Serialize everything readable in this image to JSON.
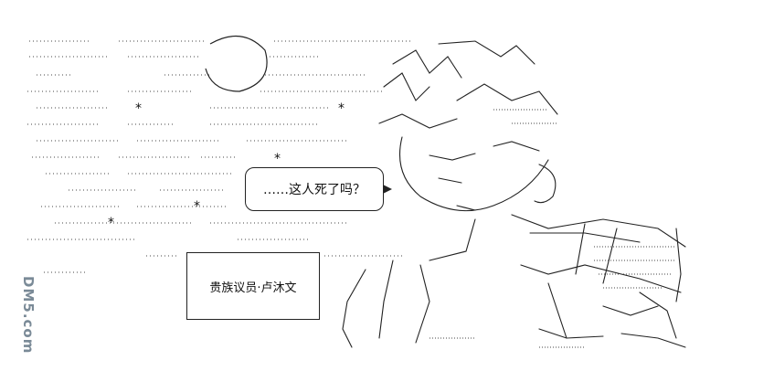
{
  "speech_bubble": {
    "text": "……这人死了吗？"
  },
  "name_box": {
    "text": "贵族议员·卢沐文"
  },
  "watermark": {
    "text": "DM5.com"
  }
}
